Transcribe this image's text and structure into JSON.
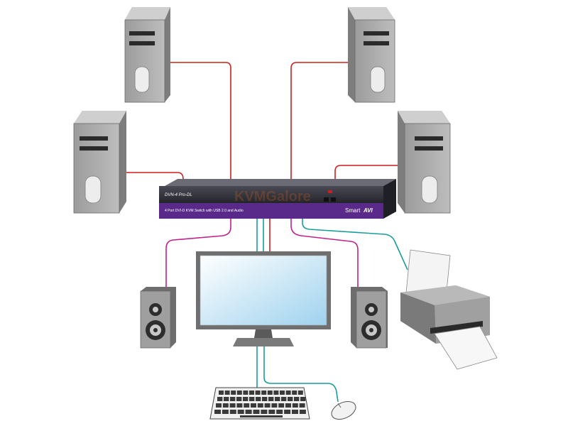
{
  "kvm_switch": {
    "model": "DVN-4 Pro-DL",
    "description": "4 Port DVI-D KVM Switch with USB 2.0 and Audio",
    "brand_prefix": "Smart",
    "brand_suffix": "AVI",
    "watermark": "KVMGalore"
  },
  "colors": {
    "video_cable": "#cc1f1f",
    "audio_cable": "#c0228a",
    "usb_cable": "#1a9c9c",
    "switch_body": "#2e2e36",
    "switch_label_band": "#5a2a8a",
    "tower": "#a8a8a8",
    "tower_side": "#7a7a7a"
  },
  "devices": {
    "computers": [
      "computer-1",
      "computer-2",
      "computer-3",
      "computer-4"
    ],
    "peripherals": [
      "monitor",
      "speaker-left",
      "speaker-right",
      "printer",
      "keyboard",
      "mouse"
    ]
  }
}
